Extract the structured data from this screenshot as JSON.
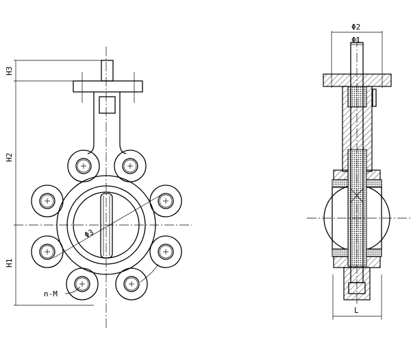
{
  "front_view": {
    "dimensions": {
      "h3": "H3",
      "h2": "H2",
      "h1": "H1",
      "phi3": "Φ3",
      "bolts": "n-M"
    }
  },
  "side_view": {
    "dimensions": {
      "phi2": "Φ2",
      "phi1": "Φ1",
      "l": "L"
    }
  }
}
